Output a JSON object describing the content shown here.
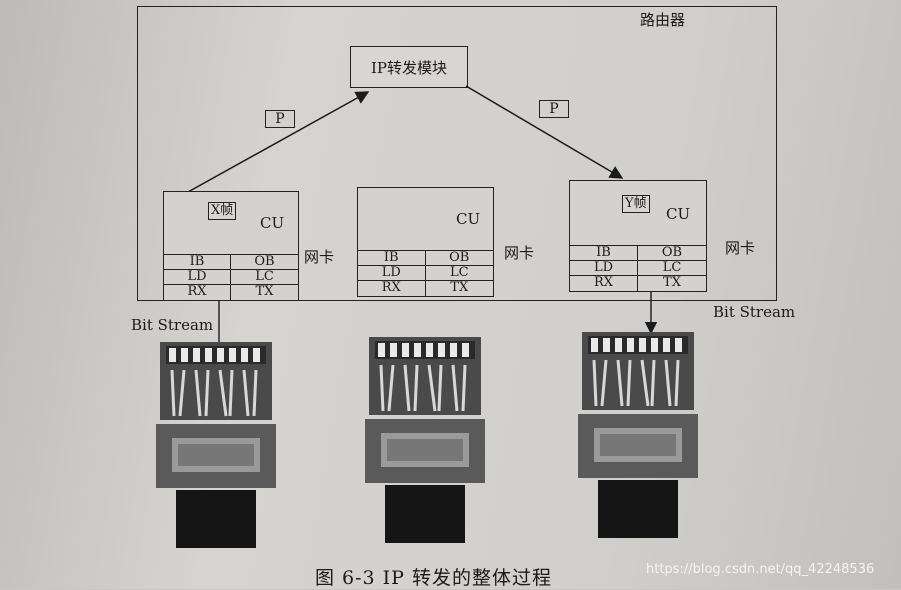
{
  "router_label": "路由器",
  "module_label": "IP转发模块",
  "packet_label": "P",
  "cards": [
    {
      "frame_label": "X帧",
      "cu_label": "CU",
      "nic_label": "网卡",
      "grid": [
        "IB",
        "OB",
        "LD",
        "LC",
        "RX",
        "TX"
      ]
    },
    {
      "frame_label": "",
      "cu_label": "CU",
      "nic_label": "网卡",
      "grid": [
        "IB",
        "OB",
        "LD",
        "LC",
        "RX",
        "TX"
      ]
    },
    {
      "frame_label": "Y帧",
      "cu_label": "CU",
      "nic_label": "网卡",
      "grid": [
        "IB",
        "OB",
        "LD",
        "LC",
        "RX",
        "TX"
      ]
    }
  ],
  "bit_stream_left": "Bit Stream",
  "bit_stream_right": "Bit Stream",
  "caption": "图 6-3    IP 转发的整体过程",
  "watermark": "https://blog.csdn.net/qq_42248536",
  "colors": {
    "paper": "#d1cfcc",
    "ink": "#1b1b1b",
    "watermark": "#f4f4f4"
  }
}
